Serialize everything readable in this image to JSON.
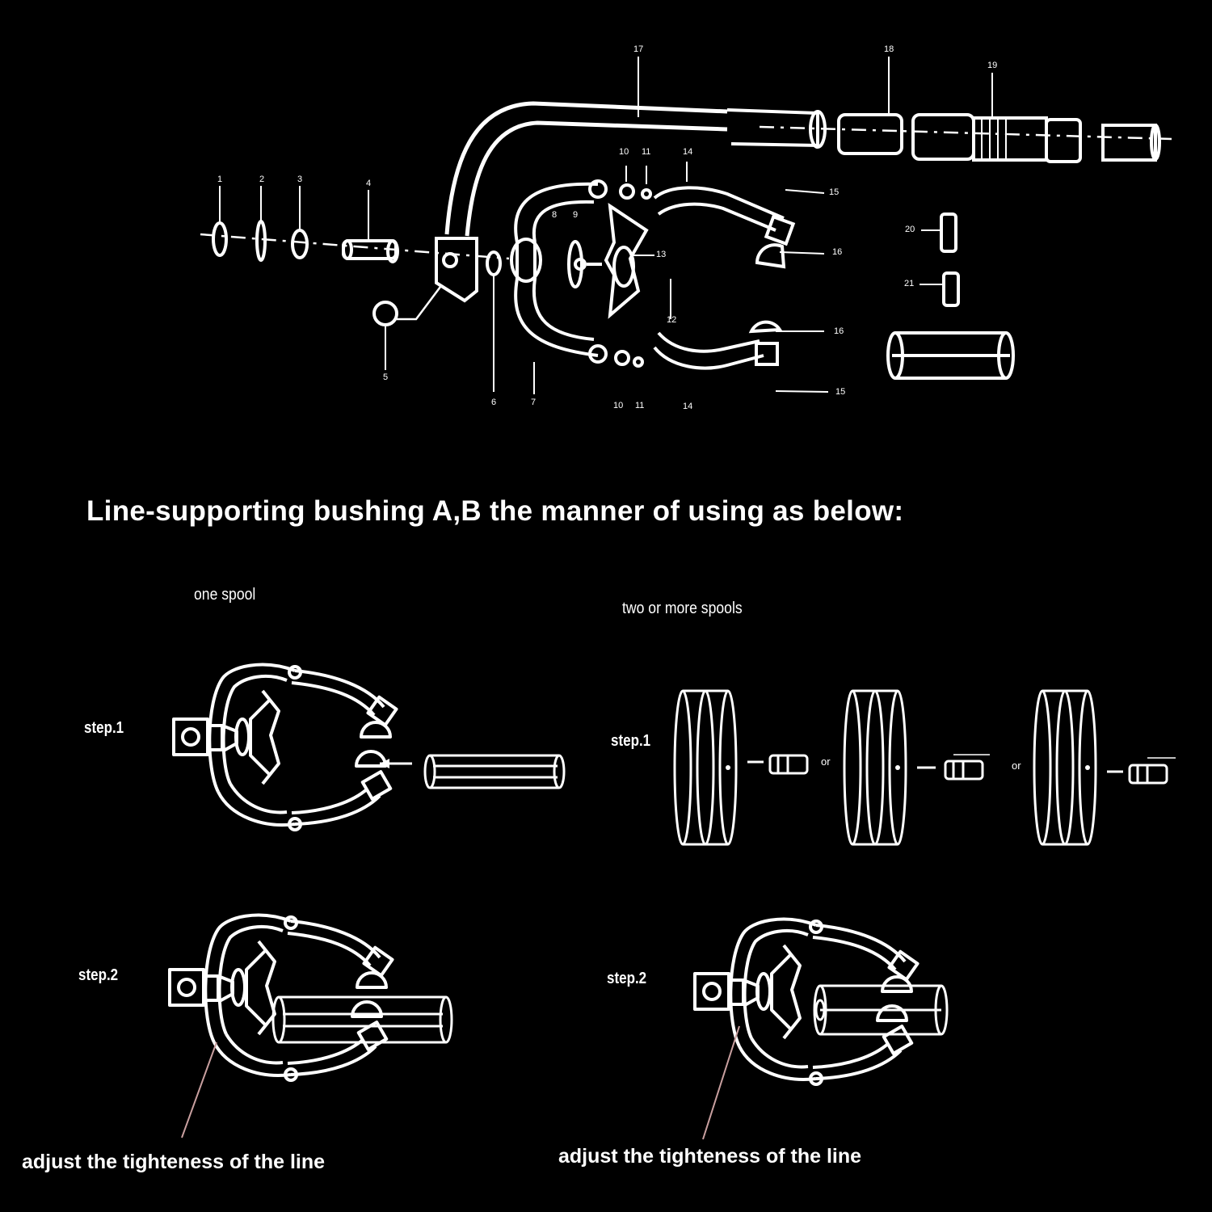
{
  "part_numbers": [
    "1",
    "2",
    "3",
    "4",
    "5",
    "6",
    "7",
    "8",
    "9",
    "10",
    "11",
    "12",
    "13",
    "14",
    "15",
    "16",
    "17",
    "18",
    "19",
    "20",
    "21"
  ],
  "heading": "Line-supporting bushing A,B the manner of using as below:",
  "one_spool": {
    "caption": "one spool",
    "step1": "step.1",
    "step2": "step.2",
    "adjust": "adjust the tighteness of the line"
  },
  "two_spools": {
    "caption": "two or more spools",
    "step1": "step.1",
    "step2": "step.2",
    "or_label": "or",
    "adjust": "adjust the tighteness of the line"
  },
  "colors": {
    "background": "#000000",
    "line_art": "#ffffff",
    "pointer": "#c9a0a0"
  }
}
